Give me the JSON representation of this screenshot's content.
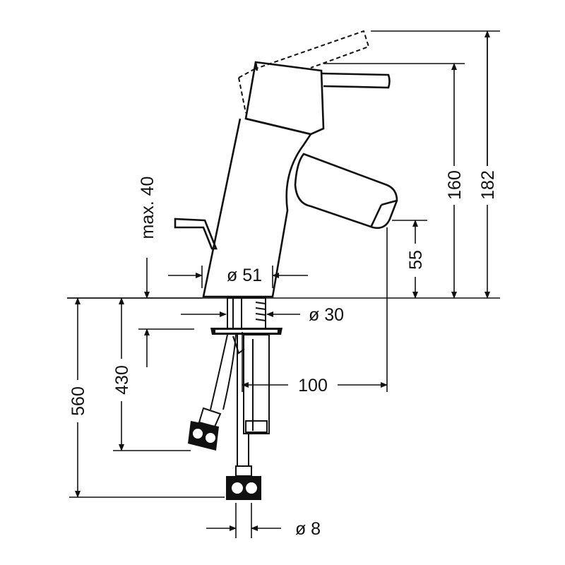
{
  "diagram": {
    "line_color": "#111111",
    "background": "#ffffff",
    "dimensions": {
      "height_182": "182",
      "height_160": "160",
      "spout_height": "55",
      "max_40": "max. 40",
      "body_diameter": "ø 51",
      "shank_diameter": "ø 30",
      "projection": "100",
      "hose_430": "430",
      "hose_560": "560",
      "connector_diameter": "ø 8"
    }
  }
}
